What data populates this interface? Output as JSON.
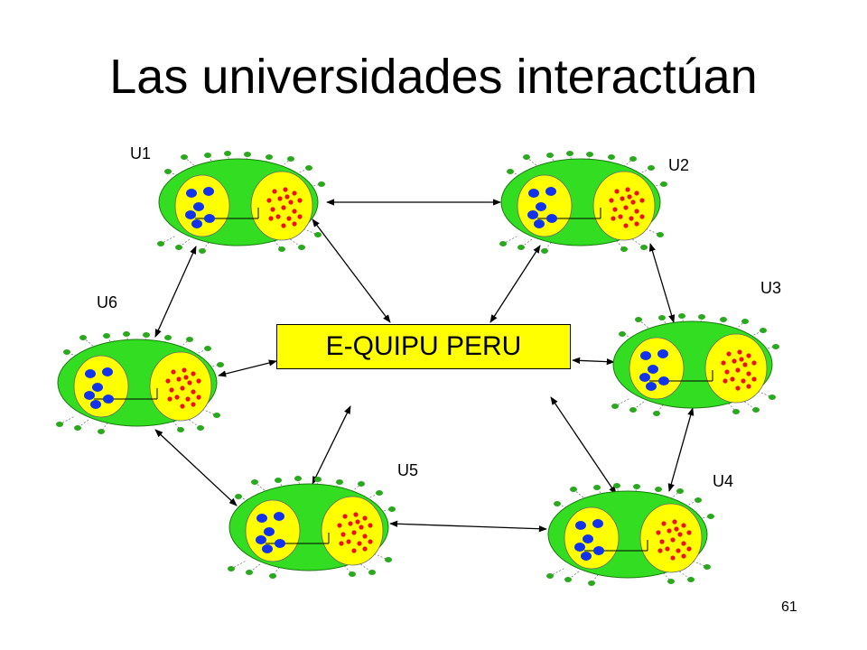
{
  "title": "Las universidades interactúan",
  "center_label": "E-QUIPU PERU",
  "page_number": "61",
  "colors": {
    "outer_cell": "#33dd22",
    "outer_stroke": "#1a7a10",
    "inner_cell": "#ffff00",
    "blue_dot": "#1133ee",
    "red_dot": "#ee1111",
    "satellite": "#2aa81e",
    "box_fill": "#ffff00"
  },
  "universities": [
    {
      "id": "U1",
      "label": "U1"
    },
    {
      "id": "U2",
      "label": "U2"
    },
    {
      "id": "U3",
      "label": "U3"
    },
    {
      "id": "U4",
      "label": "U4"
    },
    {
      "id": "U5",
      "label": "U5"
    },
    {
      "id": "U6",
      "label": "U6"
    }
  ]
}
